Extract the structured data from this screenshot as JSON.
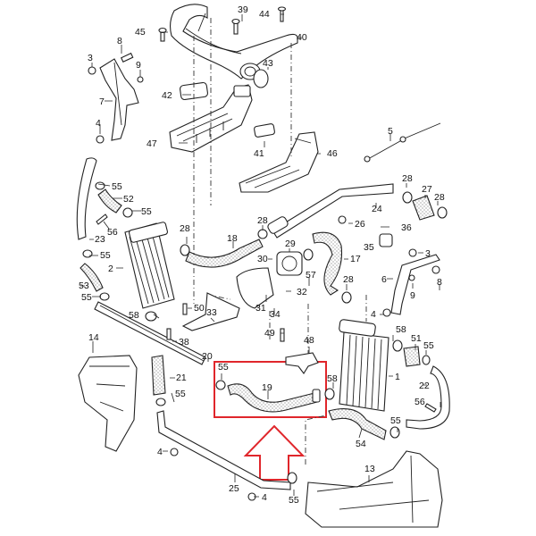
{
  "diagram": {
    "title": "Intercooler charge air hose assembly",
    "highlight_color": "#e0262b",
    "highlighted_part": "19",
    "callouts": [
      {
        "id": "c39",
        "text": "39"
      },
      {
        "id": "c44",
        "text": "44"
      },
      {
        "id": "c45",
        "text": "45"
      },
      {
        "id": "c40",
        "text": "40"
      },
      {
        "id": "c8a",
        "text": "8"
      },
      {
        "id": "c3a",
        "text": "3"
      },
      {
        "id": "c9a",
        "text": "9"
      },
      {
        "id": "c43",
        "text": "43"
      },
      {
        "id": "c42",
        "text": "42"
      },
      {
        "id": "c7",
        "text": "7"
      },
      {
        "id": "c4a",
        "text": "4"
      },
      {
        "id": "c47",
        "text": "47"
      },
      {
        "id": "c41",
        "text": "41"
      },
      {
        "id": "c46",
        "text": "46"
      },
      {
        "id": "c5",
        "text": "5"
      },
      {
        "id": "c55a",
        "text": "55"
      },
      {
        "id": "c52",
        "text": "52"
      },
      {
        "id": "c55b",
        "text": "55"
      },
      {
        "id": "c56a",
        "text": "56"
      },
      {
        "id": "c23",
        "text": "23"
      },
      {
        "id": "c55c",
        "text": "55"
      },
      {
        "id": "c2",
        "text": "2"
      },
      {
        "id": "c53",
        "text": "53"
      },
      {
        "id": "c55d",
        "text": "55"
      },
      {
        "id": "c28a",
        "text": "28"
      },
      {
        "id": "c18",
        "text": "18"
      },
      {
        "id": "c28b",
        "text": "28"
      },
      {
        "id": "c30",
        "text": "30"
      },
      {
        "id": "c31",
        "text": "31"
      },
      {
        "id": "c24",
        "text": "24"
      },
      {
        "id": "c28c",
        "text": "28"
      },
      {
        "id": "c27",
        "text": "27"
      },
      {
        "id": "c28d",
        "text": "28"
      },
      {
        "id": "c26",
        "text": "26"
      },
      {
        "id": "c36",
        "text": "36"
      },
      {
        "id": "c29",
        "text": "29"
      },
      {
        "id": "c35",
        "text": "35"
      },
      {
        "id": "c3b",
        "text": "3"
      },
      {
        "id": "c17",
        "text": "17"
      },
      {
        "id": "c57",
        "text": "57"
      },
      {
        "id": "c32",
        "text": "32"
      },
      {
        "id": "c34",
        "text": "34"
      },
      {
        "id": "c6",
        "text": "6"
      },
      {
        "id": "c9b",
        "text": "9"
      },
      {
        "id": "c8b",
        "text": "8"
      },
      {
        "id": "c28e",
        "text": "28"
      },
      {
        "id": "c4b",
        "text": "4"
      },
      {
        "id": "c50",
        "text": "50"
      },
      {
        "id": "c33",
        "text": "33"
      },
      {
        "id": "c58a",
        "text": "58"
      },
      {
        "id": "c38",
        "text": "38"
      },
      {
        "id": "c49",
        "text": "49"
      },
      {
        "id": "c48",
        "text": "48"
      },
      {
        "id": "c58b",
        "text": "58"
      },
      {
        "id": "c51",
        "text": "51"
      },
      {
        "id": "c55e",
        "text": "55"
      },
      {
        "id": "c1",
        "text": "1"
      },
      {
        "id": "c22",
        "text": "22"
      },
      {
        "id": "c14",
        "text": "14"
      },
      {
        "id": "c20",
        "text": "20"
      },
      {
        "id": "c55f",
        "text": "55"
      },
      {
        "id": "c19",
        "text": "19"
      },
      {
        "id": "c58c",
        "text": "58"
      },
      {
        "id": "c21",
        "text": "21"
      },
      {
        "id": "c55g",
        "text": "55"
      },
      {
        "id": "c56b",
        "text": "56"
      },
      {
        "id": "c55h",
        "text": "55"
      },
      {
        "id": "c54",
        "text": "54"
      },
      {
        "id": "c4c",
        "text": "4"
      },
      {
        "id": "c25",
        "text": "25"
      },
      {
        "id": "c55i",
        "text": "55"
      },
      {
        "id": "c13",
        "text": "13"
      },
      {
        "id": "c4d",
        "text": "4"
      }
    ]
  }
}
